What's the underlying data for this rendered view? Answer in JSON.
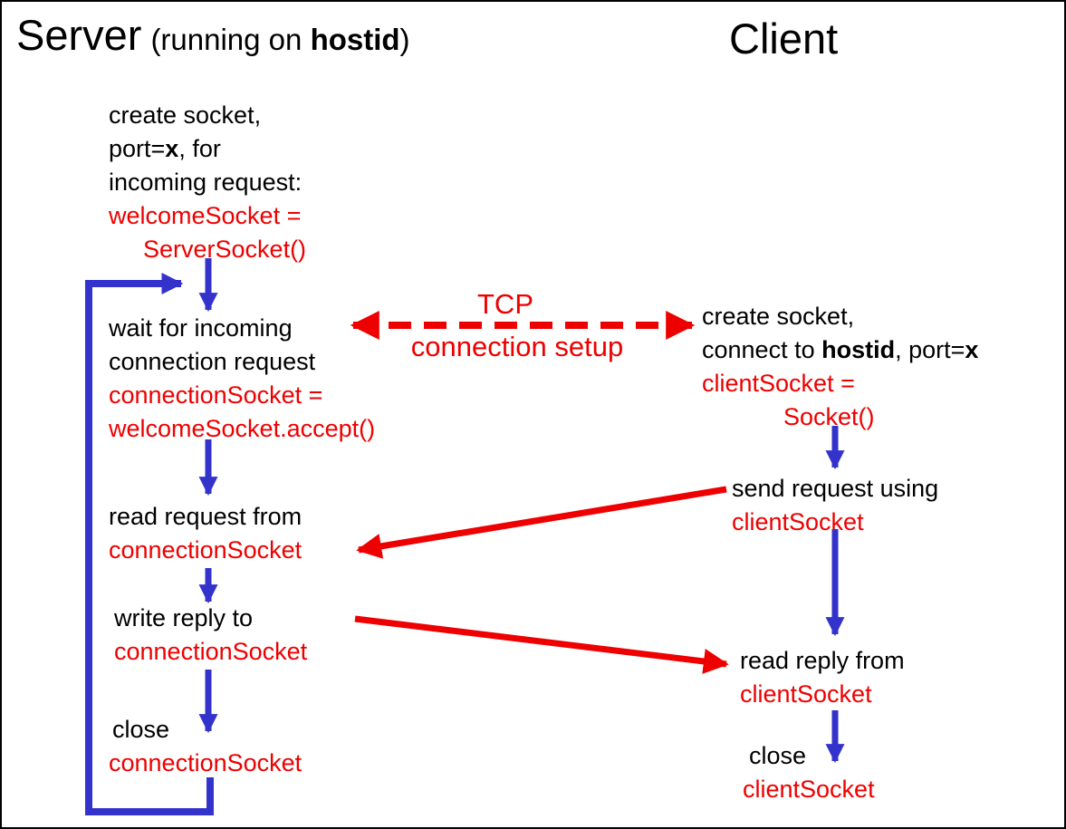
{
  "colors": {
    "red": "#ee0000",
    "blue": "#3333cc",
    "black": "#000000"
  },
  "header": {
    "server_title": "Server",
    "server_subtitle": [
      {
        "t": "(running on "
      },
      {
        "t": "hostid",
        "b": 1
      },
      {
        "t": ")"
      }
    ],
    "client_title": "Client"
  },
  "tcp": {
    "title": "TCP",
    "subtitle": "connection setup"
  },
  "server": {
    "blocks": [
      {
        "name": "server-create-socket",
        "lines": [
          [
            {
              "t": "create socket,"
            }
          ],
          [
            {
              "t": "port="
            },
            {
              "t": "x",
              "b": 1
            },
            {
              "t": ", for"
            }
          ],
          [
            {
              "t": "incoming request:"
            }
          ],
          [
            {
              "t": "welcomeSocket =",
              "c": "red"
            }
          ],
          [
            {
              "t": "ServerSocket()",
              "c": "red",
              "ind": 38
            }
          ]
        ]
      },
      {
        "name": "server-wait-connection",
        "lines": [
          [
            {
              "t": "wait for incoming"
            }
          ],
          [
            {
              "t": "connection request"
            }
          ],
          [
            {
              "t": "connectionSocket =",
              "c": "red"
            }
          ],
          [
            {
              "t": "welcomeSocket.accept()",
              "c": "red"
            }
          ]
        ]
      },
      {
        "name": "server-read-request",
        "lines": [
          [
            {
              "t": "read request from"
            }
          ],
          [
            {
              "t": "connectionSocket",
              "c": "red"
            }
          ]
        ]
      },
      {
        "name": "server-write-reply",
        "lines": [
          [
            {
              "t": "write reply to"
            }
          ],
          [
            {
              "t": "connectionSocket",
              "c": "red"
            }
          ]
        ]
      },
      {
        "name": "server-close",
        "lines": [
          [
            {
              "t": "close",
              "ind": 4
            }
          ],
          [
            {
              "t": "connectionSocket",
              "c": "red"
            }
          ]
        ]
      }
    ]
  },
  "client": {
    "blocks": [
      {
        "name": "client-create-socket",
        "lines": [
          [
            {
              "t": "create socket,"
            }
          ],
          [
            {
              "t": "connect to "
            },
            {
              "t": "hostid",
              "b": 1
            },
            {
              "t": ", port="
            },
            {
              "t": "x",
              "b": 1
            }
          ],
          [
            {
              "t": "clientSocket =",
              "c": "red"
            }
          ],
          [
            {
              "t": "Socket()",
              "c": "red",
              "ind": 90
            }
          ]
        ]
      },
      {
        "name": "client-send-request",
        "lines": [
          [
            {
              "t": "send request using"
            }
          ],
          [
            {
              "t": "clientSocket",
              "c": "red"
            }
          ]
        ]
      },
      {
        "name": "client-read-reply",
        "lines": [
          [
            {
              "t": "read reply from"
            }
          ],
          [
            {
              "t": "clientSocket",
              "c": "red"
            }
          ]
        ]
      },
      {
        "name": "client-close",
        "lines": [
          [
            {
              "t": "close",
              "ind": 7
            }
          ],
          [
            {
              "t": "clientSocket",
              "c": "red"
            }
          ]
        ]
      }
    ]
  },
  "arrows": [
    {
      "name": "tcp-connection-setup-arrow",
      "style": "dashed-double-headed",
      "color": "red",
      "between": [
        "server-wait-connection",
        "client-create-socket"
      ]
    },
    {
      "name": "request-arrow",
      "style": "solid",
      "color": "red",
      "from": "client-send-request",
      "to": "server-read-request"
    },
    {
      "name": "reply-arrow",
      "style": "solid",
      "color": "red",
      "from": "server-write-reply",
      "to": "client-read-reply"
    },
    {
      "name": "server-loop-arrow",
      "style": "solid-elbow",
      "color": "blue",
      "from": "server-close",
      "to": "server-wait-connection"
    },
    {
      "name": "server-flow-arrow-1",
      "style": "solid",
      "color": "blue",
      "from": "server-create-socket",
      "to": "server-wait-connection"
    },
    {
      "name": "server-flow-arrow-2",
      "style": "solid",
      "color": "blue",
      "from": "server-wait-connection",
      "to": "server-read-request"
    },
    {
      "name": "server-flow-arrow-3",
      "style": "solid",
      "color": "blue",
      "from": "server-read-request",
      "to": "server-write-reply"
    },
    {
      "name": "server-flow-arrow-4",
      "style": "solid",
      "color": "blue",
      "from": "server-write-reply",
      "to": "server-close"
    },
    {
      "name": "client-flow-arrow-1",
      "style": "solid",
      "color": "blue",
      "from": "client-create-socket",
      "to": "client-send-request"
    },
    {
      "name": "client-flow-arrow-2",
      "style": "solid",
      "color": "blue",
      "from": "client-send-request",
      "to": "client-read-reply"
    },
    {
      "name": "client-flow-arrow-3",
      "style": "solid",
      "color": "blue",
      "from": "client-read-reply",
      "to": "client-close"
    }
  ]
}
